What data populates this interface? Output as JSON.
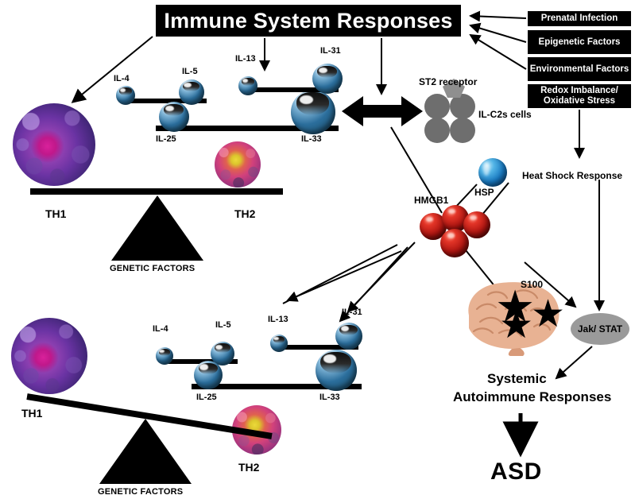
{
  "title": {
    "text": "Immune System Responses"
  },
  "risk_factors": [
    {
      "id": "prenatal",
      "label": "Prenatal Infection"
    },
    {
      "id": "epigenetic",
      "label": "Epigenetic Factors"
    },
    {
      "id": "environmental",
      "label": "Environmental Factors"
    },
    {
      "id": "redox",
      "label": "Redox Imbalance/ Oxidative Stress"
    }
  ],
  "cytokines": {
    "il4": "IL-4",
    "il5": "IL-5",
    "il25": "IL-25",
    "il13": "IL-13",
    "il31": "IL-31",
    "il33": "IL-33"
  },
  "balance_top": {
    "left_label": "TH1",
    "right_label": "TH2",
    "fulcrum_label": "GENETIC FACTORS",
    "state": "balanced"
  },
  "balance_bottom": {
    "left_label": "TH1",
    "right_label": "TH2",
    "fulcrum_label": "GENETIC FACTORS",
    "state": "tilted-toward-th2"
  },
  "receptor": {
    "st2_label": "ST2 receptor",
    "ilc2_label": "IL-C2s cells"
  },
  "heat_shock": {
    "title": "Heat Shock Response",
    "hsp_label": "HSP"
  },
  "alarmins": {
    "hmgb1_label": "HMGB1",
    "s100_label": "S100"
  },
  "signaling": {
    "jak_stat_label": "Jak/ STAT"
  },
  "outcome": {
    "systemic_line1": "Systemic",
    "systemic_line2": "Autoimmune  Responses",
    "final": "ASD"
  },
  "colors": {
    "background": "#ffffff",
    "box_fill": "#000000",
    "box_text": "#ffffff",
    "cytokine_sphere": "#2b6e9c",
    "hmgb1_sphere": "#ad1410",
    "hsp_sphere": "#1878c0",
    "ilc2_cell": "#6e6e6e",
    "jak_stat_fill": "#9a9a9a",
    "th1_cell": "#6a33a3",
    "th2_cell": "#d2417c",
    "brain": "#e8b293",
    "arrow": "#000000"
  }
}
